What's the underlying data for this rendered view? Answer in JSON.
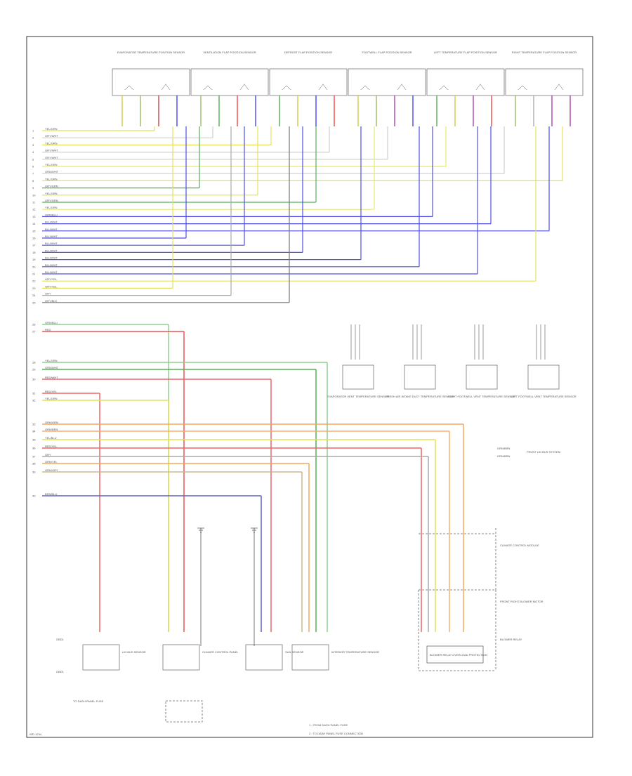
{
  "diagram": {
    "footer_code": "WD-1234",
    "notes": [
      "1 : FROM DASH PANEL FUSE",
      "2 : TO DASH PANEL FUSE CONNECTION"
    ],
    "top_sensors": [
      {
        "label": "EVAPORATOR TEMPERATURE POSITION SENSOR",
        "wires": [
          "#cccc44",
          "#99bb66",
          "#cc4444",
          "#4444ee"
        ]
      },
      {
        "label": "VENTILATION FLAP POSITION SENSOR",
        "wires": [
          "#99bb66",
          "#55aa55",
          "#ee4444",
          "#4444ee"
        ]
      },
      {
        "label": "DEFROST FLAP POSITION SENSOR",
        "wires": [
          "#55aa55",
          "#cccc44",
          "#4444ee",
          "#ee4444"
        ]
      },
      {
        "label": "FOOTWELL FLAP POSITION SENSOR",
        "wires": [
          "#cccc44",
          "#99bb66",
          "#aa44aa",
          "#4444ee"
        ]
      },
      {
        "label": "LEFT TEMPERATURE FLAP POSITION SENSOR",
        "wires": [
          "#55aa55",
          "#cccc44",
          "#aa44aa",
          "#ee4444"
        ]
      },
      {
        "label": "RIGHT TEMPERATURE FLAP POSITION SENSOR",
        "wires": [
          "#99bb66",
          "#aaaaaa",
          "#aa44aa",
          "#aa44aa"
        ]
      }
    ],
    "bus_wires": [
      {
        "pin": "1",
        "label": "YEL/GRN",
        "color": "#e2e25a"
      },
      {
        "pin": "2",
        "label": "GRY/WHT",
        "color": "#cfcfcf"
      },
      {
        "pin": "3",
        "label": "YEL/GRN",
        "color": "#e2e25a"
      },
      {
        "pin": "4",
        "label": "GRY/WHT",
        "color": "#cfcfcf"
      },
      {
        "pin": "5",
        "label": "GRY/WHT",
        "color": "#cfcfcf"
      },
      {
        "pin": "6",
        "label": "YEL/GRN",
        "color": "#e8e870"
      },
      {
        "pin": "7",
        "label": "GRN/WHT",
        "color": "#cfcfcf"
      },
      {
        "pin": "8",
        "label": "YEL/GRN",
        "color": "#e2e25a"
      },
      {
        "pin": "9",
        "label": "GRY/GRN",
        "color": "#55b055"
      },
      {
        "pin": "10",
        "label": "YEL/GRN",
        "color": "#e2e25a"
      },
      {
        "pin": "11",
        "label": "GRY/GRN",
        "color": "#55b055"
      },
      {
        "pin": "12",
        "label": "YEL/GRN",
        "color": "#e8e870"
      },
      {
        "pin": "13",
        "label": "GRN/BLU",
        "color": "#4f4fe8"
      },
      {
        "pin": "14",
        "label": "BLU/WHT",
        "color": "#4f4fe8"
      },
      {
        "pin": "15",
        "label": "BLU/WHT",
        "color": "#4f4fe8"
      },
      {
        "pin": "16",
        "label": "BLU/WHT",
        "color": "#4f4fe8"
      },
      {
        "pin": "17",
        "label": "BLU/WHT",
        "color": "#4f4fe8"
      },
      {
        "pin": "18",
        "label": "BLU/WHT",
        "color": "#4f4fe8"
      },
      {
        "pin": "19",
        "label": "BLU/WHT",
        "color": "#4f4fe8"
      },
      {
        "pin": "20",
        "label": "BLU/WHT",
        "color": "#4f4fe8"
      },
      {
        "pin": "21",
        "label": "BLU/WHT",
        "color": "#4f4fe8"
      },
      {
        "pin": "22",
        "label": "GRY/YEL",
        "color": "#e2e25a"
      },
      {
        "pin": "23",
        "label": "GRY/YEL",
        "color": "#e2e25a"
      },
      {
        "pin": "24",
        "label": "GRY",
        "color": "#aaaaaa"
      },
      {
        "pin": "25",
        "label": "GRY/BLK",
        "color": "#777777"
      }
    ],
    "middle_sensors": [
      "EVAPORATOR VENT TEMPERATURE SENSOR",
      "FRESH AIR INTAKE DUCT TEMPERATURE SENSOR",
      "RIGHT FOOTWELL VENT TEMPERATURE SENSOR",
      "LEFT FOOTWELL VENT TEMPERATURE SENSOR"
    ],
    "lower_wires": [
      {
        "pin": "26",
        "label": "GRN/BLU",
        "color": "#8fcf8f"
      },
      {
        "pin": "27",
        "label": "RED",
        "color": "#ee5555"
      },
      {
        "pin": "28",
        "label": "YEL/GRN",
        "color": "#8fcf8f"
      },
      {
        "pin": "29",
        "label": "GRN/WHT",
        "color": "#55b055"
      },
      {
        "pin": "30",
        "label": "RED/WHT",
        "color": "#ee6666"
      },
      {
        "pin": "31",
        "label": "RED/YEL",
        "color": "#ee6666"
      },
      {
        "pin": "32",
        "label": "YEL/GRN",
        "color": "#e2e25a"
      },
      {
        "pin": "33",
        "label": "ORN/GRN",
        "color": "#f0a860"
      },
      {
        "pin": "34",
        "label": "ORN/BRN",
        "color": "#f0b070"
      },
      {
        "pin": "35",
        "label": "YEL/BLU",
        "color": "#e2e25a"
      },
      {
        "pin": "36",
        "label": "RED/YEL",
        "color": "#ee6666"
      },
      {
        "pin": "37",
        "label": "GRY",
        "color": "#aaaaaa"
      },
      {
        "pin": "38",
        "label": "ORN/YEL",
        "color": "#f0a860"
      },
      {
        "pin": "39",
        "label": "GRN/GRY",
        "color": "#c8b890"
      },
      {
        "pin": "40",
        "label": "BRN/BLU",
        "color": "#6060c0"
      }
    ],
    "right_labels": {
      "lin_bus": [
        "GRN/BRN",
        "GRN/BRN"
      ],
      "lin_target": "FRONT LIN BUS SYSTEM",
      "module": "CLIMATE CONTROL MODULE",
      "motors": "FRONT RIGHT BLOWER MOTOR",
      "blower": "BLOWER RELAY"
    },
    "bottom_components": [
      "LIN BUS SENSOR",
      "CLIMATE CONTROL PANEL",
      "SUN SENSOR",
      "INTERIOR TEMPERATURE SENSOR"
    ],
    "bottom_left": {
      "connector_a": "OBD1",
      "connector_b": "OBD1",
      "notes": "TO DASH PANEL FUSE"
    },
    "bottom_relay": "BLOWER RELAY OVERLOAD PROTECTION"
  }
}
